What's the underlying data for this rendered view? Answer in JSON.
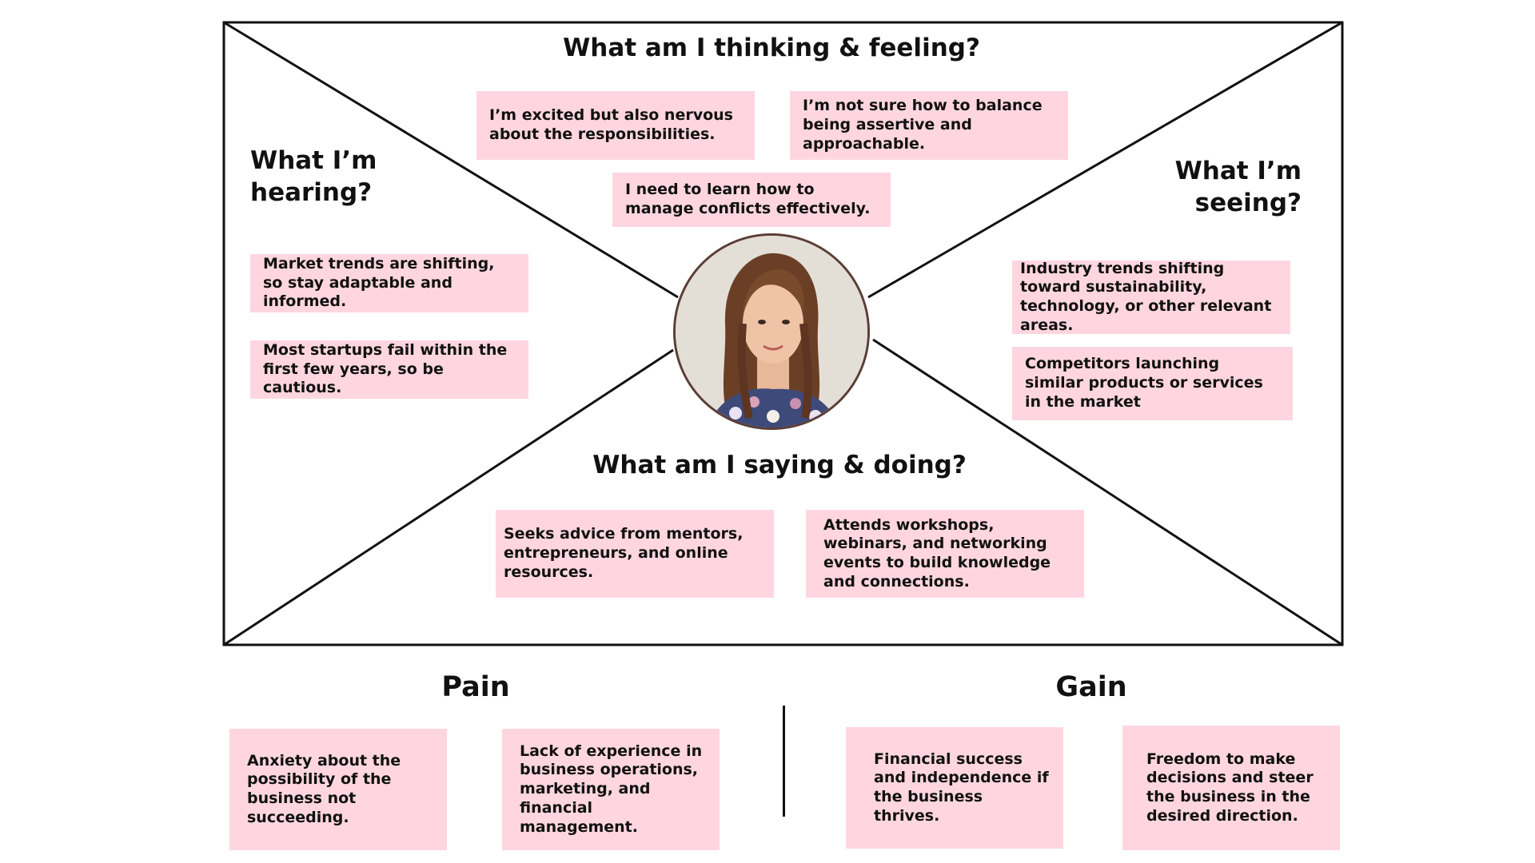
{
  "sections": {
    "thinking_feeling": "What am I thinking & feeling?",
    "hearing": "What I’m hearing?",
    "seeing": "What I’m seeing?",
    "saying_doing": "What am I saying & doing?",
    "pain": "Pain",
    "gain": "Gain"
  },
  "thinking_notes": [
    "I’m excited but also nervous about the responsibilities.",
    "I’m not sure how to balance being assertive and approachable.",
    "I need to learn how to manage conflicts effectively."
  ],
  "hearing_notes": [
    "Market trends are shifting, so stay adaptable and informed.",
    "Most startups fail within the first few years, so be cautious."
  ],
  "seeing_notes": [
    "Industry trends shifting toward sustainability, technology, or other relevant areas.",
    "Competitors launching similar products or services in the market"
  ],
  "doing_notes": [
    "Seeks advice from mentors, entrepreneurs, and online resources.",
    "Attends workshops, webinars, and networking events to build knowledge and connections."
  ],
  "pain_notes": [
    "Anxiety about the possibility of the business not succeeding.",
    "Lack of experience in business operations, marketing, and financial management."
  ],
  "gain_notes": [
    "Financial success and independence if the business thrives.",
    "Freedom to make decisions and steer the business in the desired direction."
  ],
  "colors": {
    "note_background": "#FFD6E0",
    "lines": "#111111",
    "avatar_border": "#5a3e36"
  },
  "icons": {
    "avatar": "persona-portrait"
  }
}
